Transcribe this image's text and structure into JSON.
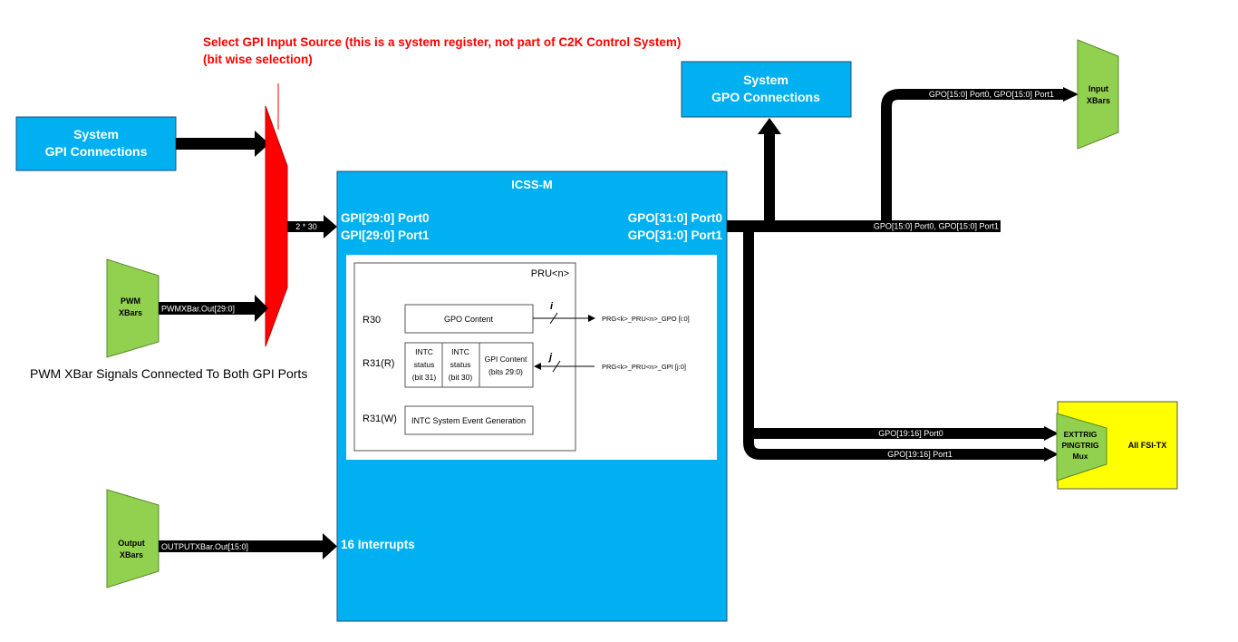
{
  "note": {
    "line1": "Select GPI Input Source (this is a system register, not part of C2K Control System)",
    "line2": "(bit wise selection)",
    "color": "#ff0000"
  },
  "gpi_box": {
    "line1": "System",
    "line2": "GPI Connections"
  },
  "gpo_box": {
    "line1": "System",
    "line2": "GPO Connections"
  },
  "pwm_xbar": {
    "line1": "PWM",
    "line2": "XBars",
    "signal": "PWMXBar.Out[29:0]"
  },
  "pwm_note": "PWM XBar Signals Connected To Both GPI Ports",
  "output_xbar": {
    "line1": "Output",
    "line2": "XBars",
    "signal": "OUTPUTXBar.Out[15:0]"
  },
  "input_xbar": {
    "line1": "Input",
    "line2": "XBars"
  },
  "mux_label": "2 * 30",
  "icss": {
    "title": "ICSS-M",
    "gpi_port0": "GPI[29:0] Port0",
    "gpi_port1": "GPI[29:0] Port1",
    "gpo_port0": "GPO[31:0] Port0",
    "gpo_port1": "GPO[31:0] Port1",
    "interrupts": "16 Interrupts"
  },
  "pru": {
    "title": "PRU<n>",
    "r30": "R30",
    "r31r": "R31(R)",
    "r31w": "R31(W)",
    "gpo_content": "GPO Content",
    "intc1": [
      "INTC",
      "status",
      "(bit 31)"
    ],
    "intc2": [
      "INTC",
      "status",
      "(bit 30)"
    ],
    "gpi_content": [
      "GPI Content",
      "(bits 29:0)"
    ],
    "intc_gen": "INTC System Event Generation",
    "i_label": "i",
    "j_label": "j",
    "gpo_sig": "PRG<k>_PRU<n>_GPO [i:0]",
    "gpi_sig": "PRG<k>_PRU<n>_GPI [j:0]"
  },
  "gpo_bus_label": "GPO[15:0] Port0, GPO[15:0] Port1",
  "gpo_bus_label_top": "GPO[15:0] Port0, GPO[15:0] Port1",
  "fsi": {
    "port0": "GPO[19:16] Port0",
    "port1": "GPO[19:16] Port1",
    "mux": [
      "EXTTRIG",
      "PINGTRIG",
      "Mux"
    ],
    "target": "All FSI-TX"
  },
  "colors": {
    "blue": "#00b0f0",
    "green": "#92d050",
    "yellow": "#ffff00",
    "red": "#ff0000",
    "black": "#000000"
  }
}
